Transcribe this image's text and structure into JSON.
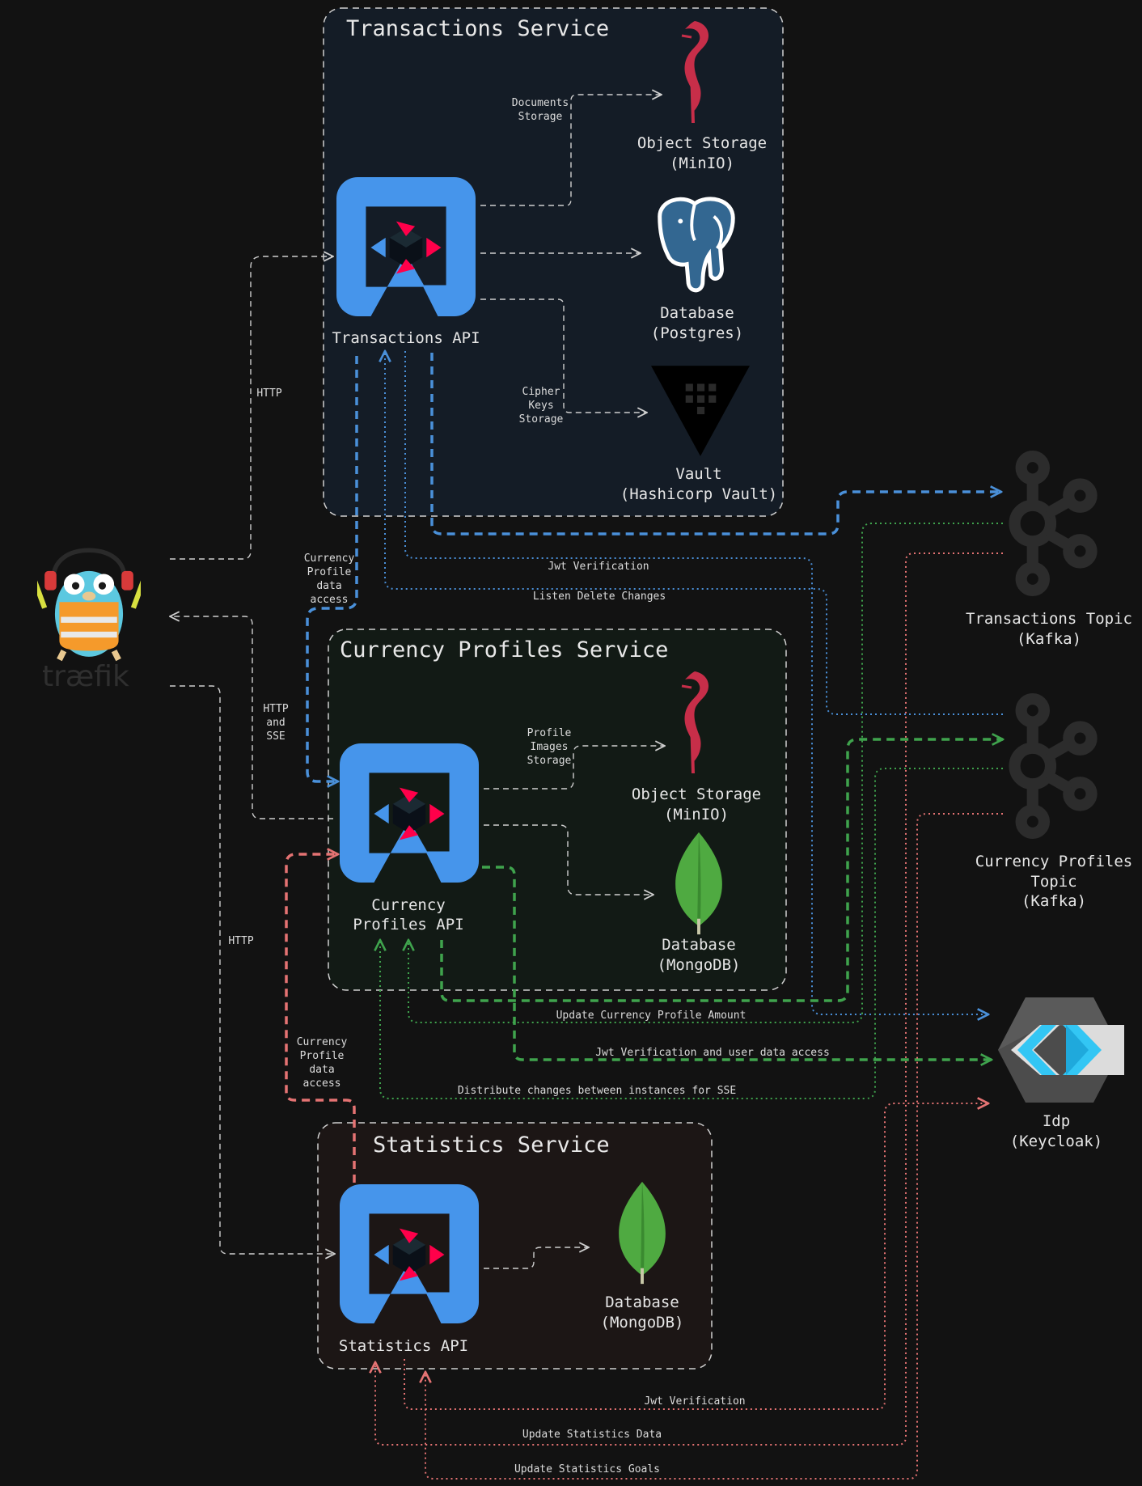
{
  "services": {
    "transactions": {
      "title": "Transactions Service"
    },
    "currency": {
      "title": "Currency Profiles Service"
    },
    "statistics": {
      "title": "Statistics Service"
    }
  },
  "apis": {
    "transactions": [
      "Transactions API"
    ],
    "currency": [
      "Currency",
      "Profiles API"
    ],
    "statistics": [
      "Statistics API"
    ]
  },
  "storage": {
    "tx_minio": [
      "Object Storage",
      "(MinIO)"
    ],
    "tx_postgres": [
      "Database",
      "(Postgres)"
    ],
    "tx_vault": [
      "Vault",
      "(Hashicorp Vault)"
    ],
    "cp_minio": [
      "Object Storage",
      "(MinIO)"
    ],
    "cp_mongo": [
      "Database",
      "(MongoDB)"
    ],
    "st_mongo": [
      "Database",
      "(MongoDB)"
    ]
  },
  "external": {
    "tx_topic": [
      "Transactions Topic",
      "(Kafka)"
    ],
    "cp_topic": [
      "Currency Profiles",
      "Topic",
      "(Kafka)"
    ],
    "idp": [
      "Idp",
      "(Keycloak)"
    ],
    "traefik_logo": "træfik"
  },
  "edge_labels": {
    "documents_storage": [
      "Documents",
      "Storage"
    ],
    "cipher_keys_storage": [
      "Cipher",
      "Keys",
      "Storage"
    ],
    "profile_images_storage": [
      "Profile",
      "Images",
      "Storage"
    ],
    "http_top": "HTTP",
    "http_sse": [
      "HTTP",
      "and",
      "SSE"
    ],
    "http_bottom": "HTTP",
    "currency_profile_access_top": [
      "Currency",
      "Profile",
      "data",
      "access"
    ],
    "currency_profile_access_bottom": [
      "Currency",
      "Profile",
      "data",
      "access"
    ],
    "jwt_verification_top": "Jwt Verification",
    "listen_delete_changes": "Listen Delete Changes",
    "update_currency_profile_amount": "Update Currency Profile Amount",
    "jwt_user_data": "Jwt Verification and user data access",
    "distribute_changes": "Distribute changes between instances for SSE",
    "jwt_verification_bottom": "Jwt Verification",
    "update_statistics_data": "Update Statistics Data",
    "update_statistics_goals": "Update Statistics Goals"
  },
  "colors": {
    "background": "#121212",
    "transactions_box": "#141c26",
    "currency_box": "#121a15",
    "statistics_box": "#1c1615",
    "blue": "#4a90d9",
    "green": "#3fa34d",
    "red": "#e57373",
    "quarkus_blue": "#4695eb",
    "quarkus_red": "#ff004a",
    "minio_red": "#c72e49",
    "postgres_blue": "#336791",
    "mongo_green": "#4faa41",
    "kafka_gray": "#2c2c2c"
  },
  "icons": {
    "api": "quarkus-icon",
    "minio": "minio-flamingo-icon",
    "postgres": "postgres-elephant-icon",
    "vault": "vault-triangle-icon",
    "mongo": "mongodb-leaf-icon",
    "kafka": "kafka-icon",
    "keycloak": "keycloak-icon",
    "gateway": "traefik-gopher-icon"
  }
}
